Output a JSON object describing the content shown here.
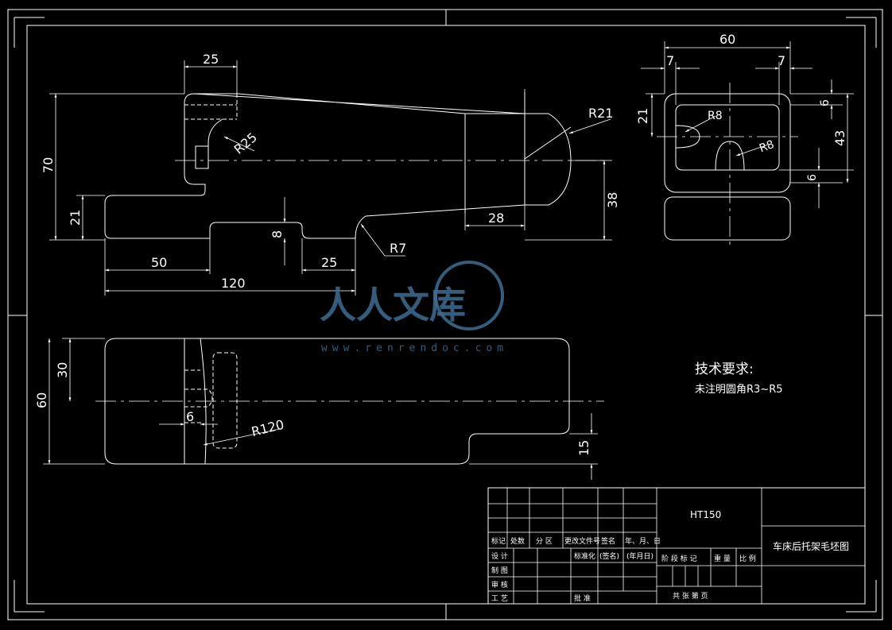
{
  "drawing": {
    "dimensions": {
      "front": [
        "25",
        "R25",
        "R21",
        "70",
        "21",
        "38",
        "8",
        "28",
        "R7",
        "50",
        "25",
        "120"
      ],
      "side": [
        "60",
        "7",
        "7",
        "21",
        "R8",
        "R8",
        "6",
        "43",
        "6"
      ],
      "top": [
        "30",
        "60",
        "6",
        "R120",
        "15"
      ]
    },
    "tech_requirements": {
      "title": "技术要求:",
      "body": "未注明圆角R3~R5"
    },
    "watermark": {
      "text": "人人文库",
      "url": "www.renrendoc.com"
    },
    "title_block": {
      "material": "HT150",
      "part_name": "车床后托架毛坯图",
      "labels": {
        "biaoji": "标记",
        "chushu": "处数",
        "fenqu": "分 区",
        "gengai": "更改文件号",
        "qianming": "签名",
        "nianyueri": "年、月、日",
        "sheji": "设 计",
        "biaozhunhua": "标准化",
        "qianming_paren": "(签名)",
        "nianyueri_paren": "(年月日)",
        "zhitu": "制 图",
        "shenhe": "审 核",
        "gongyi": "工 艺",
        "pizhun": "批 准",
        "jieduan": "阶 段 标 记",
        "zhongliang": "重 量",
        "bili": "比 例",
        "gongzhang": "共  张  第  页"
      }
    }
  }
}
